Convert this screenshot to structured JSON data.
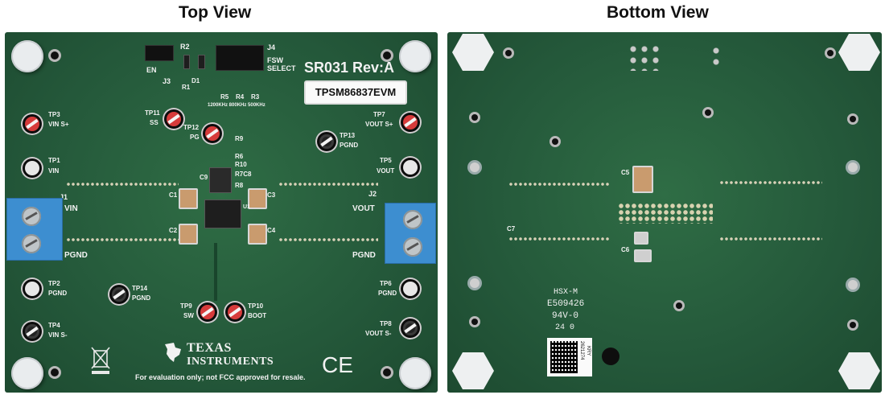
{
  "titles": {
    "top": "Top View",
    "bottom": "Bottom View"
  },
  "top_board": {
    "board_id": "SR031  Rev:A",
    "part_label": "TPSM86837EVM",
    "fsw_select": "FSW SELECT",
    "fsw_freqs": "1200KHz 800KHz 500KHz",
    "jumpers": {
      "j3": "J3",
      "j4": "J4",
      "en": "EN"
    },
    "refs": {
      "r1": "R1",
      "r2": "R2",
      "d1": "D1",
      "r3": "R3",
      "r4": "R4",
      "r5": "R5",
      "r6": "R6",
      "r7c8": "R7C8",
      "r8": "R8",
      "r9": "R9",
      "r10": "R10",
      "c1": "C1",
      "c2": "C2",
      "c3": "C3",
      "c4": "C4",
      "c9": "C9",
      "u1": "U1"
    },
    "connectors": {
      "j1": "J1",
      "j2": "J2"
    },
    "net_labels": {
      "vin": "VIN",
      "vout": "VOUT",
      "pgnd_left": "PGND",
      "pgnd_right": "PGND"
    },
    "test_points": {
      "tp1": "TP1",
      "tp1_net": "VIN",
      "tp2": "TP2",
      "tp2_net": "PGND",
      "tp3": "TP3",
      "tp3_net": "VIN S+",
      "tp4": "TP4",
      "tp4_net": "VIN S-",
      "tp5": "TP5",
      "tp5_net": "VOUT",
      "tp6": "TP6",
      "tp6_net": "PGND",
      "tp7": "TP7",
      "tp7_net": "VOUT S+",
      "tp8": "TP8",
      "tp8_net": "VOUT S-",
      "tp9": "TP9",
      "tp9_net": "SW",
      "tp10": "TP10",
      "tp10_net": "BOOT",
      "tp11": "TP11",
      "tp11_net": "SS",
      "tp12": "TP12",
      "tp12_net": "PG",
      "tp13": "TP13",
      "tp13_net": "PGND",
      "tp14": "TP14",
      "tp14_net": "PGND"
    },
    "brand": {
      "line1": "TEXAS",
      "line2": "INSTRUMENTS"
    },
    "disclaimer": "For evaluation only; not FCC approved for resale.",
    "ce_mark": "CE"
  },
  "bottom_board": {
    "refs": {
      "c5": "C5",
      "c6": "C6",
      "c7": "C7"
    },
    "markings": {
      "hsx": "HSX-M",
      "ul_file": "E509426",
      "rating": "94V-0",
      "date": "24 0",
      "barcode_id": "2621274",
      "barcode_tag": "KRY"
    }
  }
}
